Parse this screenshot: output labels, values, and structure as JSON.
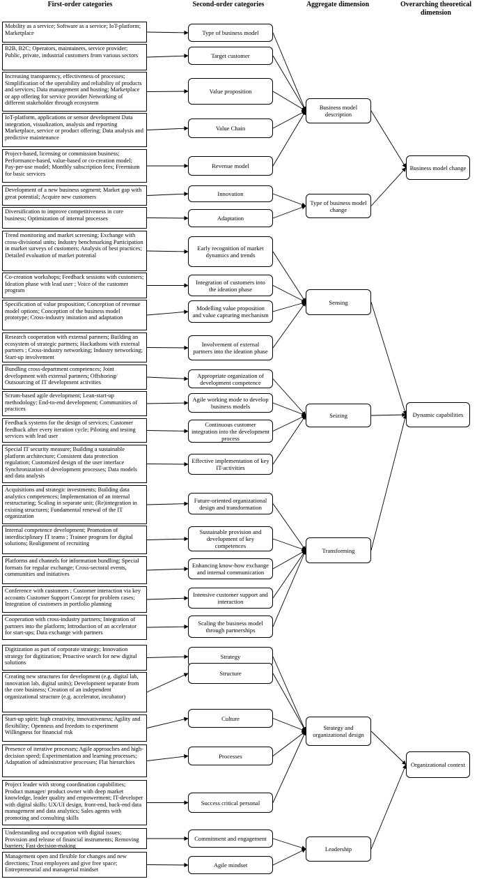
{
  "headers": {
    "first_order": "First-order categories",
    "second_order": "Second-order categories",
    "aggregate": "Aggregate dimension",
    "overarching": "Overarching theoretical dimension"
  },
  "first_order": [
    "Mobility as a service; Software as a service; IoT-platform; Marketplace",
    "B2B, B2C; Operators, maintainers, service provider; Public, private, industrial customers from various sectors",
    "Increasing transparency, effectiveness of processes; Simplification of the operability and reliability of products and services; Data management and hosting; Marketplace or app offering for service provider Networking of different stakeholder through ecosystem",
    "IoT-platform, applications or sensor development Data integration, visualization, analysis and reporting Marketplace, service or product offering; Data analysis and predictive maintenance",
    "Project-based, licensing or commission business; Performance-based, value-based or co-creation model; Pay-per-use model; Monthly subscription fees; Freemium for basic services",
    "Development of a new business segment;  Market gap with great potential; Acquire new customers",
    "Diversification to improve competitiveness in core business; Optimization of internal processes",
    "Trend monitoring and market screening; Exchange with cross-divisional units; Industry benchmarking Participation in market surveys of customers; Analysis of best practices; Detailed evaluation of market potential",
    "Co-creation workshops; Feedback sessions with customers; Ideation phase with lead user ; Voice of the customer program",
    "Specification of value proposition; Conception of revenue model options; Conception of the business model prototype; Cross-industry imitation and adaptation",
    "Research cooperation with external partners; Building an ecosystem of strategic partners; Hackathons with external partners ; Cross-industry networking; Industry networking; Start-up involvement",
    "Bundling cross-department competences; Joint development with external partners; Offshoring/ Outsourcing of IT development activities",
    "Scrum-based agile development; Lean-start-up methodology; End-to-end development; Communities of practices",
    "Feedback systems for the design of services; Customer feedback after every iteration cycle; Piloting and testing services with lead user",
    "Special IT security measure; Building a sustainable platform architecture; Consistent data protection regulation; Customized design of the user interface Synchronization of development processes; Data models and data analysis",
    "Acquisitions and strategic investments; Building data analytics competences; Implementation of an internal restructuring; Scaling in separate unit; (Re)integration in existing structures; Fundamental renewal of the IT organization",
    "Internal competence development; Promotion of interdisciplinary IT teams ; Trainee program for digital solutions; Realignment of recruiting",
    "Platforms and channels for information bundling; Special formats for regular exchange; Cross-sectoral events, communities and initiatives",
    "Conference with customers ; Customer interaction via key accounts Customer Support Concept for problem cases; Integration of customers in portfolio planning",
    "Cooperation with cross-industry partners; Integration of partners into the platform; Introduction of an accelerator for start-ups; Data exchange with partners",
    "Digitization as part of corporate strategy; Innovation strategy for digitization; Proactive search for new digital solutions",
    "Creating new structures for development (e.g. digital lab, innovation lab, digital units); Development separate from the core business; Creation of an independent organizational structure (e.g. accelerator, incubator)",
    "Start-up spirit: high creativity, innovativeness; Agility and flexibility; Openness and freedom to experiment Willingness for financial risk",
    "Presence of iterative processes; Agile approaches and high-decision speed; Experimentation and learning processes; Adaptation of administrative processes; Flat hierarchies",
    "Project leader with strong coordination capabilities; Product manager/ product owner with deep market knowledge, leader quality and empowerment; IT-developer with digital skills: UX/UI design, front-end, back-end data management and data analytics; Sales agents with promoting and consulting skills",
    "Understanding and occupation with digital issues; Provision and release of financial instruments; Removing barriers; Fast decision-making",
    "Management open and flexible for changes and new directions; Trust employees and give free space; Entrepreneurial and managerial mindset"
  ],
  "second_order": [
    "Type of business model",
    "Target customer",
    "Value proposition",
    "Value Chain",
    "Revenue model",
    "Innovation",
    "Adaptation",
    "Early recognition of market dynamics and trends",
    "Integration of customers into the ideation phase",
    "Modelling value proposition and value capturing mechanism",
    "Involvement of external partners into the ideation phase",
    "Appropriate organization of development competence",
    "Agile working mode to develop business models",
    "Continuous customer integration into the development process",
    "Effective implementation of key IT-activities",
    "Future-oriented organizational design and transformation",
    "Sustainable provision and development of key competences",
    "Enhancing know-how exchange and internal communication",
    "Intensive customer support and interaction",
    "Scaling the business model through partnerships",
    "Strategy",
    "Structure",
    "Culture",
    "Processes",
    "Success critical personal",
    "Commitment and engagement",
    "Agile mindset"
  ],
  "aggregate": [
    "Business model description",
    "Type of business model change",
    "Sensing",
    "Seizing",
    "Transforming",
    "Strategy and organizational design",
    "Leadership"
  ],
  "overarching": [
    "Business model change",
    "Dynamic capabilities",
    "Organizational context"
  ],
  "links": {
    "second_to_aggregate": [
      0,
      0,
      0,
      0,
      0,
      1,
      1,
      2,
      2,
      2,
      2,
      3,
      3,
      3,
      3,
      4,
      4,
      4,
      4,
      4,
      5,
      5,
      5,
      5,
      5,
      6,
      6
    ],
    "aggregate_to_overarching": [
      0,
      0,
      1,
      1,
      1,
      2,
      2
    ]
  }
}
